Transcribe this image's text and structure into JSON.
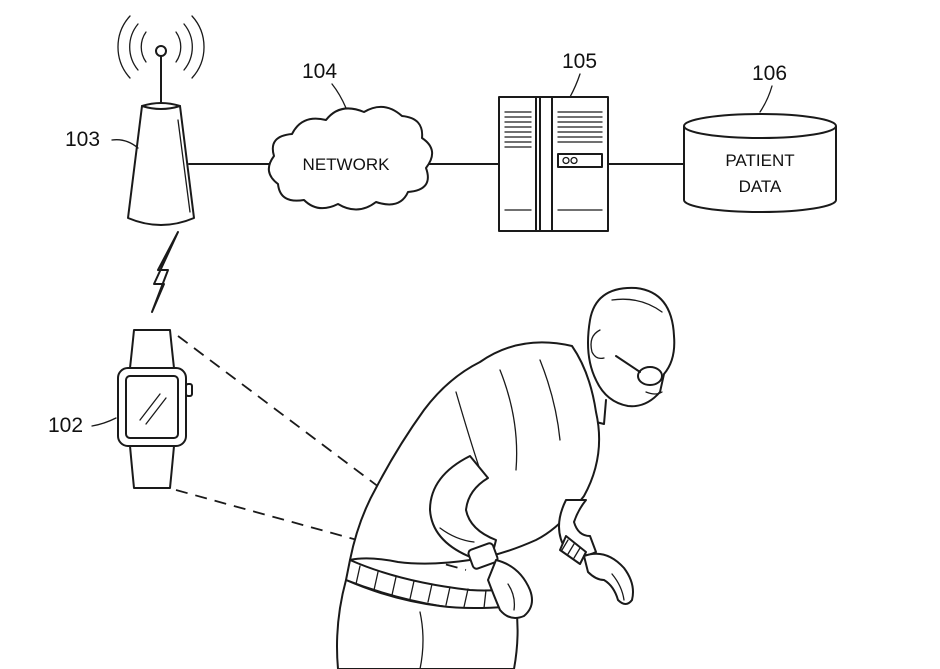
{
  "labels": {
    "tower": "103",
    "network": "104",
    "server": "105",
    "database": "106",
    "watch": "102"
  },
  "network_text": "NETWORK",
  "database_text": [
    "PATIENT",
    "DATA"
  ]
}
